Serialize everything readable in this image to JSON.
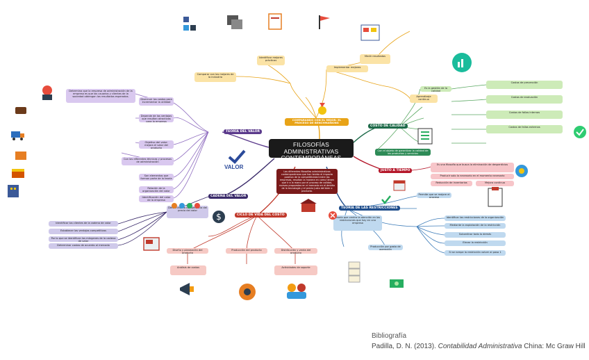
{
  "center": {
    "title_line1": "FILOSOFÍAS ADMINISTRATIVAS",
    "title_line2": "CONTEMPORÁNEAS"
  },
  "intro": "Las diferentes filosofías administrativas contemporáneas que han tenido el impacto positivo de la competitividad entre las empresas, resaltan la manera en como tienen que ir a la mano por el proceso de calidad, nuevas propuestas en el mercado en el ámbito de la tecnología y el precio justo del bien o producto.",
  "branches": {
    "valor": "TEORÍA DEL VALOR",
    "cadena": "CADENA DEL VALOR",
    "ciclo": "CICLO DE VIDA DEL COSTO",
    "restricciones": "TEORÍA DE LAS RESTRICCIONES",
    "justo": "JUSTO A TIEMPO",
    "calidad": "COSTO DE CALIDAD",
    "benchmarking": "COMPARANDO CON EL MEJOR: EL PROCESO DE BENCHMARKING"
  },
  "valor_label": "VALOR",
  "valor_nodes": [
    "Determina que la empresa de administración de la empresa es que los usuarios y clientes de la sociedad obtengan los resultados esperados.",
    "Disminuir los costos para incrementar la utilidad",
    "Depende de las ventajas que resultan atractivas para la empresa",
    "Objetivo del valor: mejora el valor del producto",
    "Con las diferentes técnicas y procesos de administración",
    "Son elementos que forman parte de la teoría",
    "Relación de la organización del valor",
    "Identificación del valor de la empresa"
  ],
  "cadena_nodes": [
    "Identificar los clientes de la cadena de valor",
    "Establecer las ventajas competitivas",
    "Por lo que se identifican los márgenes de la cadena de valor",
    "Determinar costos de acuerdo al mercado",
    "Determinar la competencia del precio del valor"
  ],
  "ciclo_nodes": [
    "Diseño y planeación del producto",
    "Producción del producto",
    "Distribución y venta del producto",
    "Análisis de costos",
    "Actividades de soporte"
  ],
  "restricciones_nodes": [
    "Teoría que centra la atención en las restricciones que hay en una empresa",
    "Permite que se mejore el proceso",
    "Producción por gasto de operación",
    "Identificar las restricciones de la organización",
    "Mediante la explotación de la restricción",
    "Subordinar todo lo demás",
    "Elevar la restricción",
    "Si se rompe la restricción volver al paso 1"
  ],
  "justo_nodes": [
    "Es una filosofía que busca la eliminación de desperdicios",
    "Producir solo lo necesario en el momento necesario",
    "Reducción de inventarios",
    "Mejora continua"
  ],
  "calidad_nodes": [
    "Es la gestión de la calidad",
    "Costos de prevención",
    "Costos de evaluación",
    "Costos de fallas internas",
    "Costos de fallas externas",
    "Con el objeto de garantizar la calidad de los productos y servicios"
  ],
  "bench_nodes": [
    "Comparar con los mejores de la industria",
    "Identificar mejores prácticas",
    "Implementar mejoras",
    "Medir resultados",
    "Aprendizaje continuo"
  ],
  "biblio": {
    "title": "Bibliografía",
    "author": "Padilla, D. N. (2013).",
    "book": "Contabilidad Administrativa",
    "publisher": "China: Mc Graw Hill"
  },
  "colors": {
    "valor": "#5b3a8c",
    "cadena": "#3a2a6a",
    "ciclo": "#c0392b",
    "restricciones": "#1f4e8c",
    "justo": "#b5182b",
    "calidad": "#1e6b4a",
    "bench": "#e8a317"
  }
}
